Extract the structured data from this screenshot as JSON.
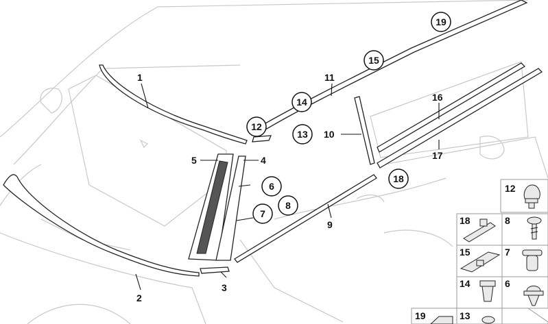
{
  "labels": {
    "l1": "1",
    "l2": "2",
    "l3": "3",
    "l4": "4",
    "l5": "5",
    "l6": "6",
    "l7": "7",
    "l8": "8",
    "l9": "9",
    "l10": "10",
    "l11": "11",
    "l12": "12",
    "l13": "13",
    "l14": "14",
    "l15": "15",
    "l16": "16",
    "l17": "17",
    "l18": "18",
    "l19": "19"
  },
  "side_panel": {
    "items": [
      "12",
      "18",
      "8",
      "15",
      "7",
      "14",
      "6",
      "19",
      "13"
    ]
  }
}
